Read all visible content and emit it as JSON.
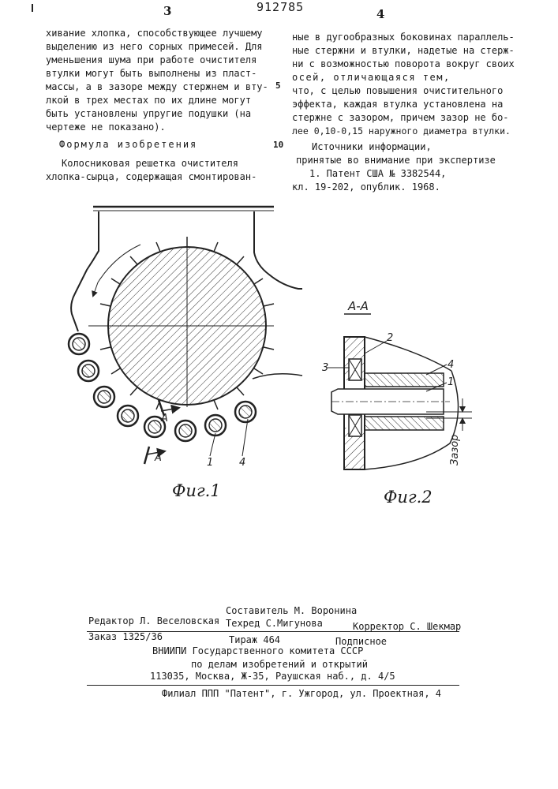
{
  "header": {
    "left_page_number": "3",
    "doc_number": "912785",
    "right_page_number": "4",
    "line_number_5": "5",
    "line_number_10": "10"
  },
  "left_column": {
    "paragraph_lines": [
      "хивание хлопка, способствующее лучшему",
      "выделению из него сорных примесей. Для",
      "уменьшения шума при работе очистителя",
      "втулки могут быть выполнены из пласт-",
      "массы, а в зазоре между стержнем и вту-",
      "лкой в трех местах по их длине могут",
      "быть установлены упругие подушки (на",
      "чертеже не показано)."
    ],
    "formula_heading": "Формула изобретения",
    "claim_lines": [
      "Колосниковая решетка очистителя",
      "хлопка-сырца, содержащая смонтирован-"
    ]
  },
  "right_column": {
    "claim_lines": [
      "ные в дугообразных боковинах параллель-",
      "ные стержни и втулки, надетые на стерж-",
      "ни с возможностью поворота вокруг своих",
      "осей, отличающаяся тем,",
      "что, с целью повышения очистительного",
      "эффекта, каждая втулка установлена на",
      "стержне с зазором, причем зазор не бо-",
      "лее 0,10-0,15 наружного диаметра втулки."
    ],
    "sources_heading": "Источники информации,",
    "sources_subheading": "принятые во внимание при экспертизе",
    "source_1_line1": "1. Патент США № 3382544,",
    "source_1_line2": "кл. 19-202, опублик. 1968."
  },
  "figure1": {
    "caption": "Фиг.1",
    "section_mark_top": "A",
    "section_mark_bottom": "A",
    "label_1": "1",
    "label_4": "4"
  },
  "figure2": {
    "caption": "Фиг.2",
    "section_title": "А-А",
    "label_1": "1",
    "label_2": "2",
    "label_3": "3",
    "label_4": "4",
    "gap_label": "Зазор"
  },
  "footer": {
    "compiler": "Составитель М. Воронина",
    "editor": "Редактор Л. Веселовская",
    "techred": "Техред С.Мигунова",
    "corrector": "Корректор С. Шекмар",
    "order": "Заказ 1325/36",
    "circulation": "Тираж 464",
    "subscription": "Подписное",
    "org_line1": "ВНИИПИ Государственного комитета СССР",
    "org_line2": "по делам изобретений и открытий",
    "org_address": "113035, Москва, Ж-35, Раушская наб., д. 4/5",
    "branch": "Филиал ППП \"Патент\", г. Ужгород, ул. Проектная, 4"
  }
}
